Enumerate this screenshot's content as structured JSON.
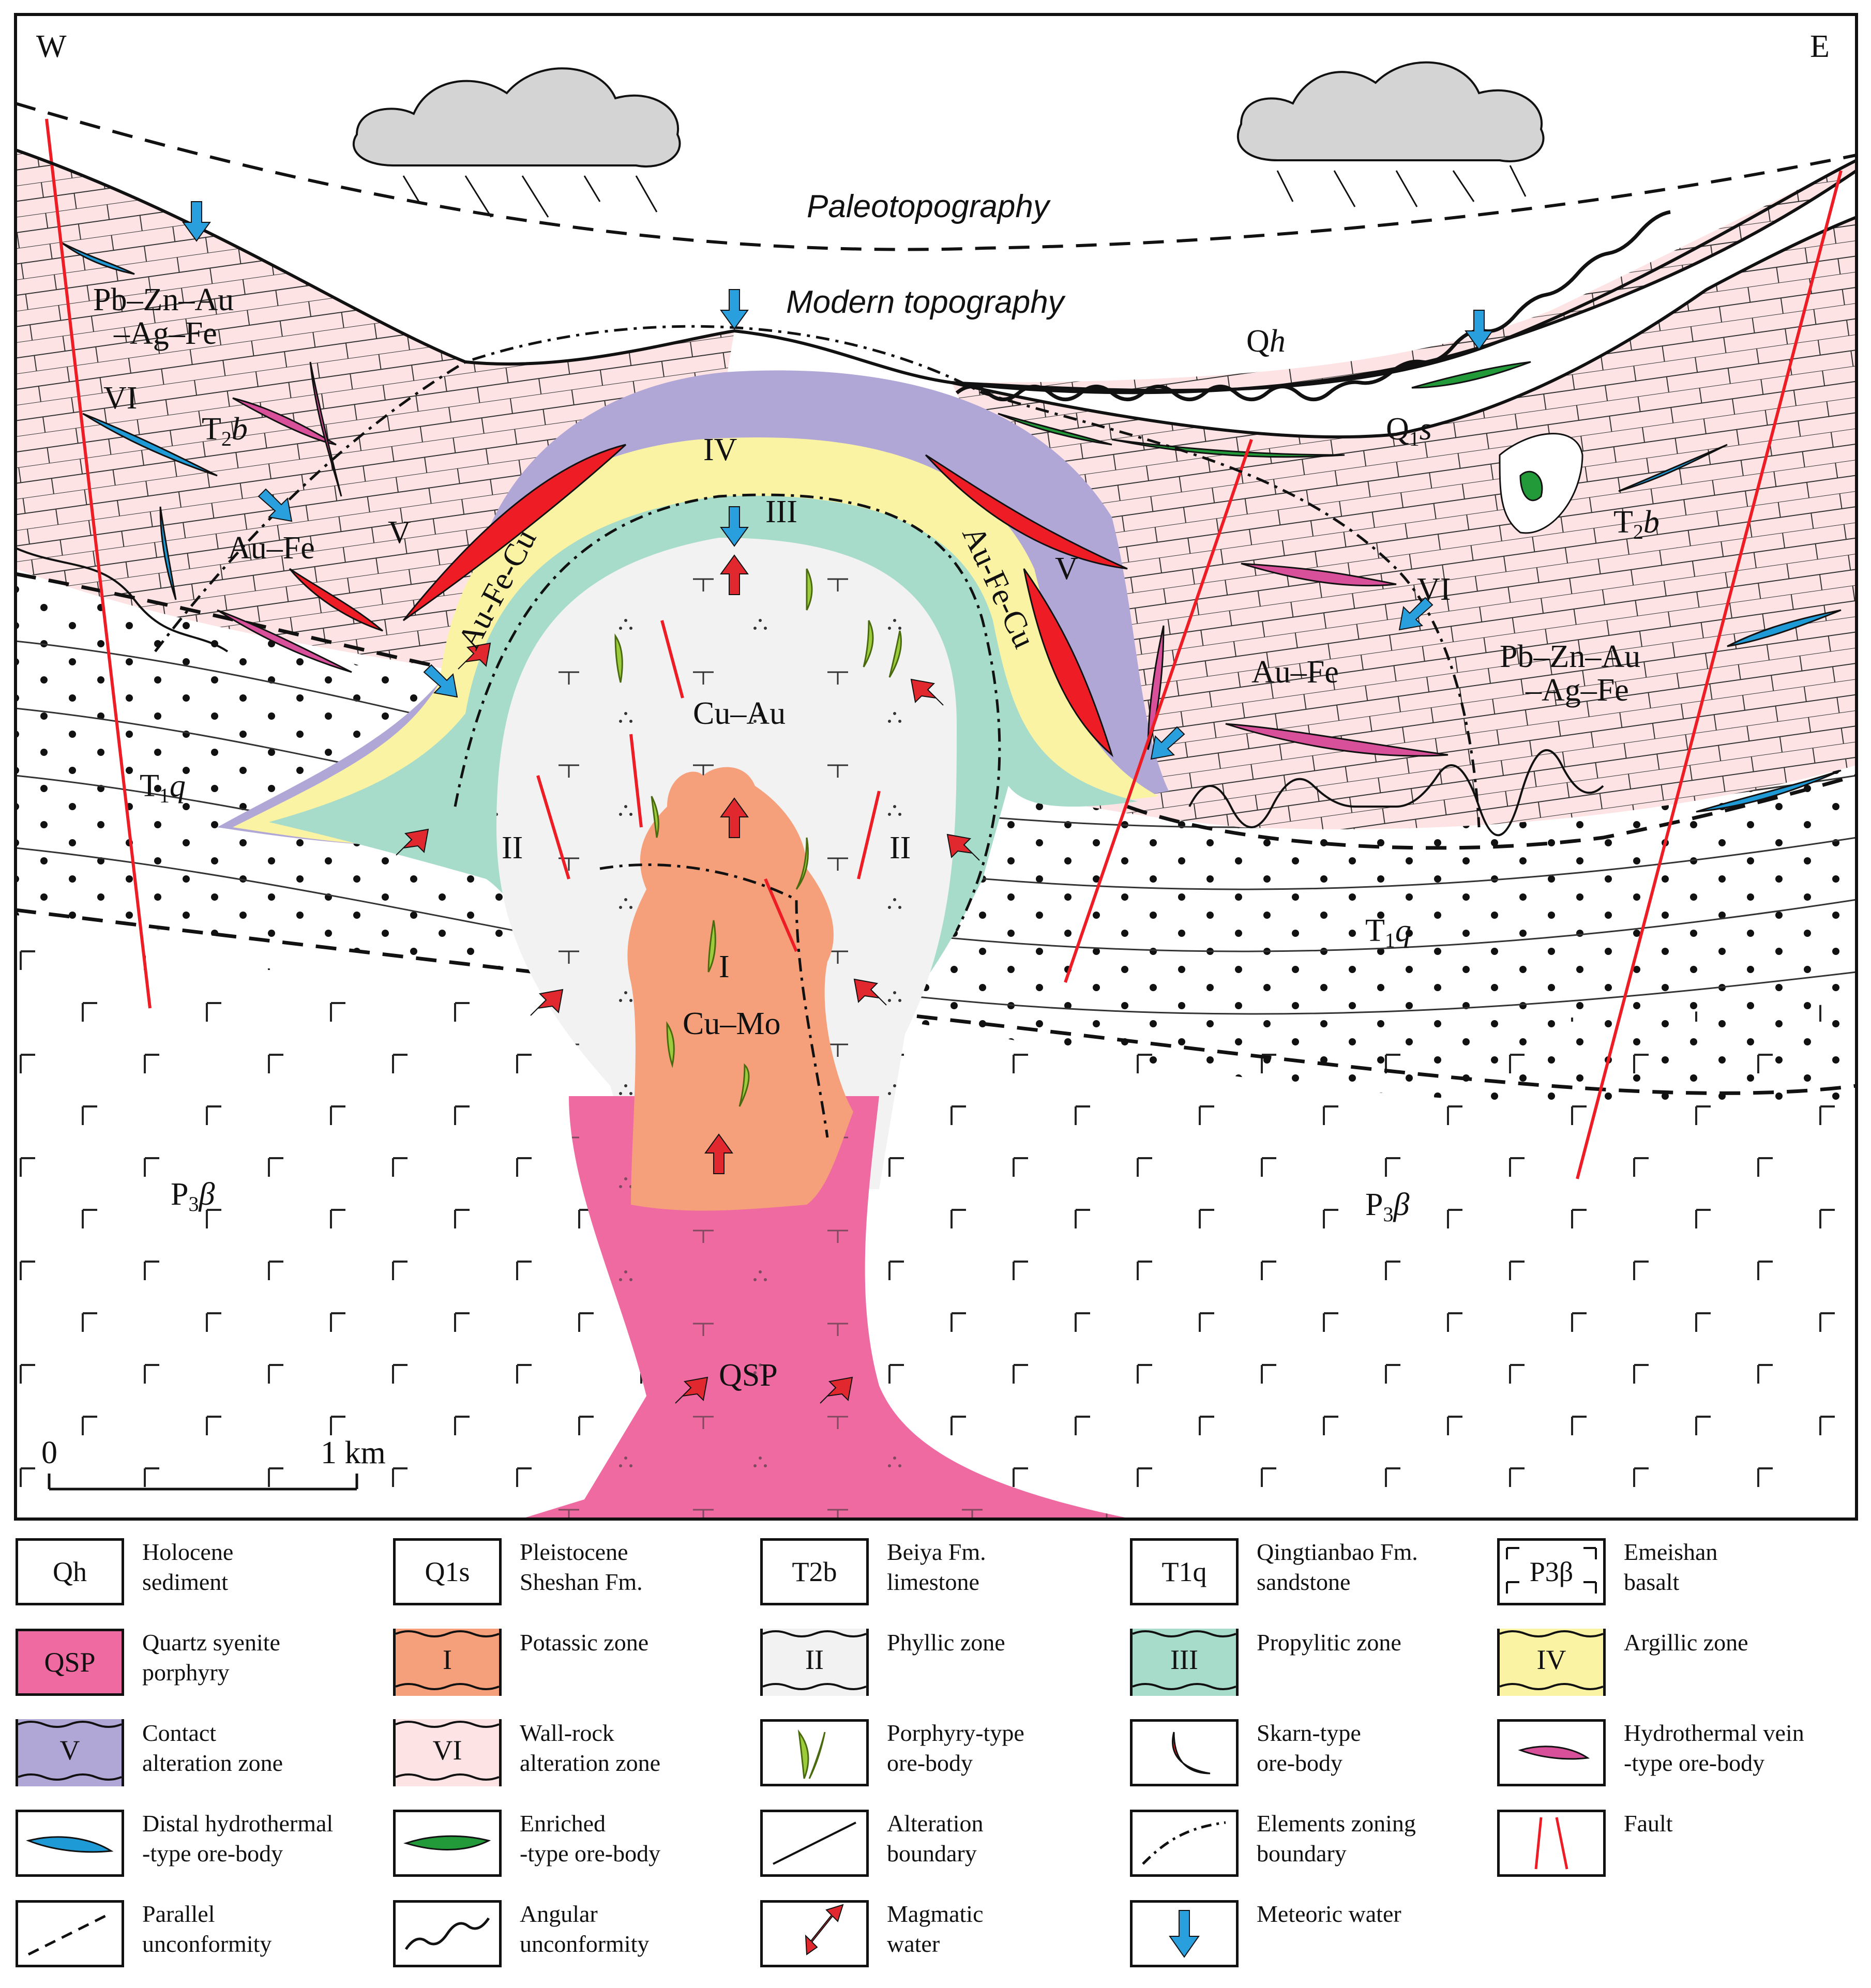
{
  "directions": {
    "west": "W",
    "east": "E"
  },
  "titles": {
    "paleo": "Paleotopography",
    "modern": "Modern topography"
  },
  "section_labels": {
    "pbzn_w_line1": "Pb–Zn–Au",
    "pbzn_w_line2": "–Ag–Fe",
    "vi_w": "VI",
    "t2b_w_main": "T",
    "t2b_w_sub": "2",
    "t2b_w_it": "b",
    "aufe_w": "Au–Fe",
    "v_w": "V",
    "aufecu_w": "Au-Fe-Cu",
    "iv": "IV",
    "iii": "III",
    "cuau": "Cu–Au",
    "aufecu_e": "Au-Fe-Cu",
    "v_e": "V",
    "ii_w": "II",
    "ii_e": "II",
    "i": "I",
    "cumo": "Cu–Mo",
    "qsp": "QSP",
    "t1q_w_main": "T",
    "t1q_w_sub": "1",
    "t1q_w_it": "q",
    "t1q_e_main": "T",
    "t1q_e_sub": "1",
    "t1q_e_it": "q",
    "p3b_w_main": "P",
    "p3b_w_sub": "3",
    "p3b_w_it": "β",
    "p3b_e_main": "P",
    "p3b_e_sub": "3",
    "p3b_e_it": "β",
    "qh_main": "Q",
    "qh_it": "h",
    "q1s_main": "Q",
    "q1s_sub": "1",
    "q1s_it": "s",
    "t2b_e_main": "T",
    "t2b_e_sub": "2",
    "t2b_e_it": "b",
    "vi_e": "VI",
    "aufe_e": "Au–Fe",
    "pbzn_e_line1": "Pb–Zn–Au",
    "pbzn_e_line2": "–Ag–Fe"
  },
  "scale_bar": {
    "start": "0",
    "end": "1 km"
  },
  "colors": {
    "qsp": "#f06aa2",
    "potassic": "#f5a07a",
    "phyllic": "#f2f2f2",
    "propylitic": "#a6dcc9",
    "argillic": "#fbf3a4",
    "contact": "#b1a7d6",
    "wallrock": "#fde3e4",
    "skarn": "#ee1c25",
    "vein": "#d9509a",
    "distal": "#1e9ad6",
    "enriched": "#229a3a",
    "porphyry": "#9ccc3c",
    "magmatic_arrow": "#e0282e",
    "meteoric_arrow": "#2a9fdd",
    "cloud": "#d4d4d4"
  },
  "legend": [
    {
      "box": "Qh",
      "label": "Holocene\nsediment",
      "icon": "text-box"
    },
    {
      "box": "Q1s",
      "label": "Pleistocene\nSheshan Fm.",
      "icon": "text-box"
    },
    {
      "box": "T2b",
      "label": "Beiya Fm.\nlimestone",
      "icon": "text-box"
    },
    {
      "box": "T1q",
      "label": "Qingtianbao Fm.\nsandstone",
      "icon": "text-box"
    },
    {
      "box": "P3β",
      "label": "Emeishan\nbasalt",
      "icon": "basalt-box"
    },
    {
      "box": "QSP",
      "label": "Quartz syenite\nporphyry",
      "icon": "qsp-box"
    },
    {
      "box": "I",
      "label": "Potassic zone",
      "icon": "zone-box"
    },
    {
      "box": "II",
      "label": "Phyllic zone",
      "icon": "zone-box"
    },
    {
      "box": "III",
      "label": "Propylitic zone",
      "icon": "zone-box"
    },
    {
      "box": "IV",
      "label": "Argillic zone",
      "icon": "zone-box"
    },
    {
      "box": "V",
      "label": "Contact\nalteration zone",
      "icon": "zone-box"
    },
    {
      "box": "VI",
      "label": "Wall-rock\nalteration zone",
      "icon": "zone-box"
    },
    {
      "box": "",
      "label": "Porphyry-type\nore-body",
      "icon": "porphyry-icon"
    },
    {
      "box": "",
      "label": "Skarn-type\nore-body",
      "icon": "skarn-icon"
    },
    {
      "box": "",
      "label": "Hydrothermal vein\n-type ore-body",
      "icon": "vein-icon"
    },
    {
      "box": "",
      "label": "Distal hydrothermal\n-type ore-body",
      "icon": "distal-icon"
    },
    {
      "box": "",
      "label": "Enriched\n-type ore-body",
      "icon": "enriched-icon"
    },
    {
      "box": "",
      "label": "Alteration\nboundary",
      "icon": "alteration-boundary-icon"
    },
    {
      "box": "",
      "label": "Elements zoning\nboundary",
      "icon": "zoning-boundary-icon"
    },
    {
      "box": "",
      "label": "Fault",
      "icon": "fault-icon"
    },
    {
      "box": "",
      "label": "Parallel\nunconformity",
      "icon": "parallel-unconformity-icon"
    },
    {
      "box": "",
      "label": "Angular\nunconformity",
      "icon": "angular-unconformity-icon"
    },
    {
      "box": "",
      "label": "Magmatic\nwater",
      "icon": "magmatic-arrow-icon"
    },
    {
      "box": "",
      "label": "Meteoric water",
      "icon": "meteoric-arrow-icon"
    }
  ]
}
